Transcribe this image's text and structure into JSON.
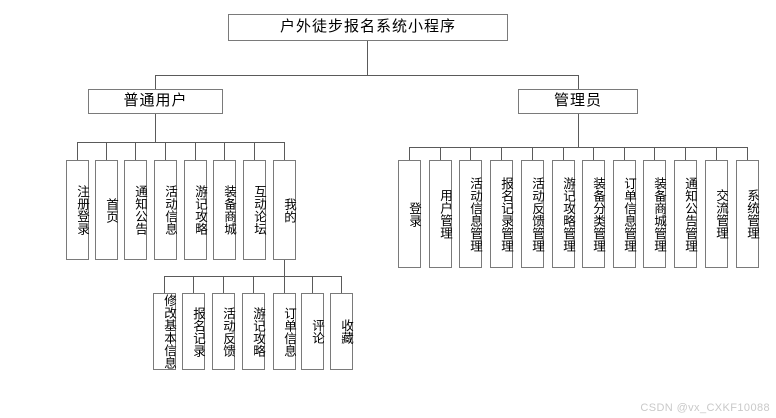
{
  "diagram": {
    "type": "org-chart",
    "title": "户外徒步报名系统小程序",
    "root": {
      "label": "户外徒步报名系统小程序"
    },
    "branches": [
      {
        "key": "user",
        "label": "普通用户",
        "children": [
          {
            "label": "注册登录"
          },
          {
            "label": "首页"
          },
          {
            "label": "通知公告"
          },
          {
            "label": "活动信息"
          },
          {
            "label": "游记攻略"
          },
          {
            "label": "装备商城"
          },
          {
            "label": "互动论坛"
          },
          {
            "label": "我的"
          }
        ],
        "sub": {
          "parent": "我的",
          "children": [
            {
              "label": "修改基本信息"
            },
            {
              "label": "报名记录"
            },
            {
              "label": "活动反馈"
            },
            {
              "label": "游记攻略"
            },
            {
              "label": "订单信息"
            },
            {
              "label": "评论"
            },
            {
              "label": "收藏"
            }
          ]
        }
      },
      {
        "key": "admin",
        "label": "管理员",
        "children": [
          {
            "label": "登录"
          },
          {
            "label": "用户管理"
          },
          {
            "label": "活动信息管理"
          },
          {
            "label": "报名记录管理"
          },
          {
            "label": "活动反馈管理"
          },
          {
            "label": "游记攻略管理"
          },
          {
            "label": "装备分类管理"
          },
          {
            "label": "订单信息管理"
          },
          {
            "label": "装备商城管理"
          },
          {
            "label": "通知公告管理"
          },
          {
            "label": "交流管理"
          },
          {
            "label": "系统管理"
          }
        ]
      }
    ]
  },
  "watermark": {
    "text": "CSDN @vx_CXKF10088"
  },
  "colors": {
    "border": "#7a7a7a",
    "line": "#5a5a5a",
    "background": "#ffffff",
    "text": "#000000",
    "watermark": "#c9c9c9"
  }
}
